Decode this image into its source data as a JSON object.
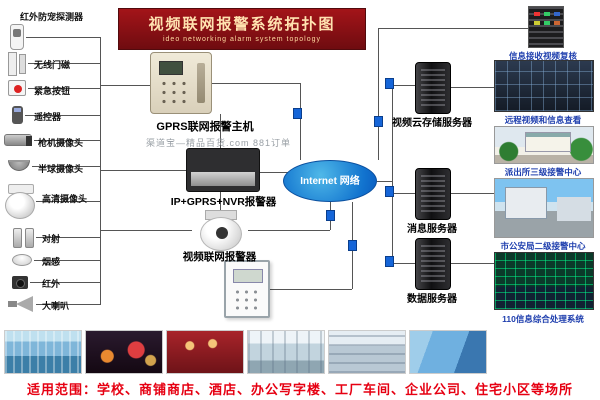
{
  "title": {
    "main": "视频联网报警系统拓扑图",
    "sub": "ideo networking alarm system topology"
  },
  "watermark": "渠道宝—精品百货.com 881订单",
  "left_devices": [
    {
      "label": "红外防宠探测器"
    },
    {
      "label": "无线门磁"
    },
    {
      "label": "紧急按钮"
    },
    {
      "label": "遥控器"
    },
    {
      "label": "枪机摄像头"
    },
    {
      "label": "半球摄像头"
    },
    {
      "label": "高清摄像头"
    },
    {
      "label": "对射"
    },
    {
      "label": "烟感"
    },
    {
      "label": "红外"
    },
    {
      "label": "大喇叭"
    }
  ],
  "center_devices": [
    {
      "label": "GPRS联网报警主机"
    },
    {
      "label": "IP+GPRS+NVR报警器"
    },
    {
      "label": "视频联网报警器"
    }
  ],
  "cloud": {
    "label": "Internet 网络"
  },
  "servers": [
    {
      "label": "视频云存储服务器"
    },
    {
      "label": "消息服务器"
    },
    {
      "label": "数据服务器"
    }
  ],
  "right_endpoints": [
    {
      "label": "信息接收视频复核"
    },
    {
      "label": "远程视频和信息查看"
    },
    {
      "label": "派出所三级接警中心"
    },
    {
      "label": "市公安局二级接警中心"
    },
    {
      "label": "110信息综合处理系统"
    }
  ],
  "footer": {
    "text": "适用范围：学校、商铺商店、酒店、办公写字楼、工厂车间、企业公司、住宅小区等场所"
  },
  "colors": {
    "banner": "#8f1014",
    "cloud": "#1274cf",
    "footer_text": "#e60012",
    "node_blue": "#1565d8"
  }
}
